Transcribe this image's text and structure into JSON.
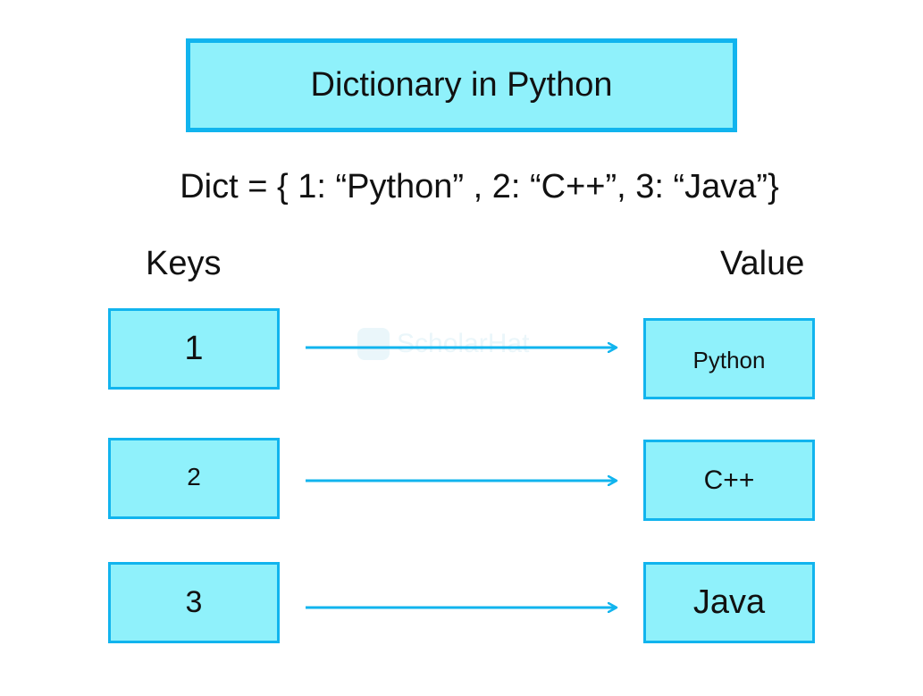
{
  "title": "Dictionary in Python",
  "dict_expression": "Dict = { 1: “Python” , 2: “C++”, 3: “Java”}",
  "headings": {
    "keys": "Keys",
    "value": "Value"
  },
  "pairs": [
    {
      "key": "1",
      "value": "Python"
    },
    {
      "key": "2",
      "value": "C++"
    },
    {
      "key": "3",
      "value": "Java"
    }
  ],
  "watermark": "ScholarHat",
  "colors": {
    "box_fill": "#8ff1fb",
    "box_border": "#11b4ee",
    "arrow": "#11b4ee"
  }
}
